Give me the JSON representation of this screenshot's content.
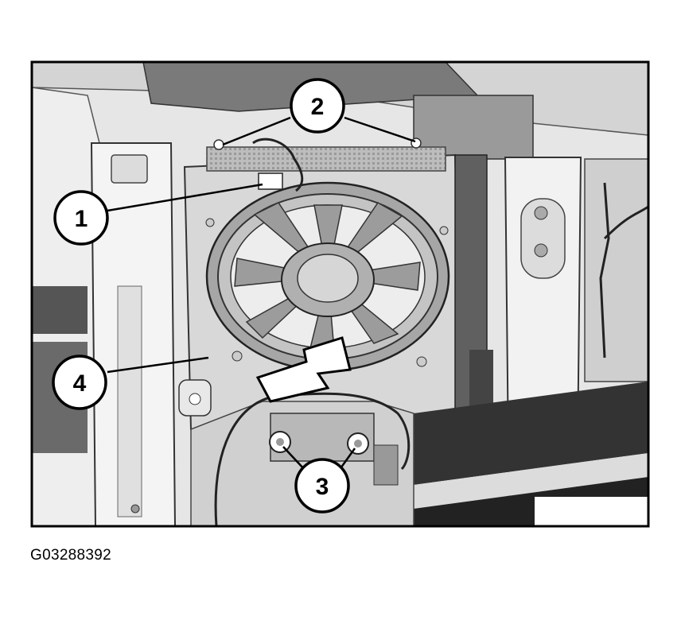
{
  "figure": {
    "callouts": [
      "1",
      "2",
      "3",
      "4"
    ],
    "caption": "G03288392"
  },
  "colors": {
    "frame": "#000000",
    "panel_light": "#eeeeee",
    "panel_mid": "#cccccc",
    "panel_dark": "#888888",
    "speaker_cone": "#b3b3b3",
    "background": "#ffffff"
  }
}
